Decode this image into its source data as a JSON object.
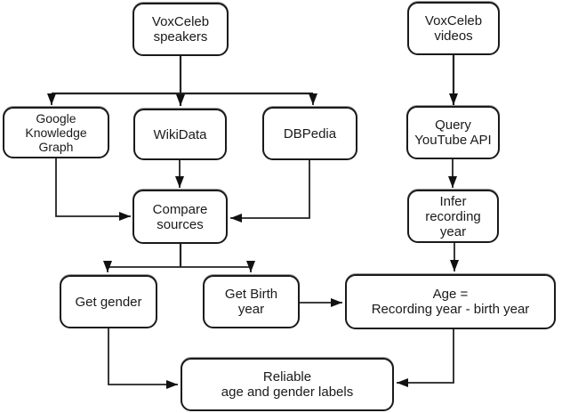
{
  "diagram": {
    "type": "flowchart",
    "colors": {
      "background": "#ffffff",
      "box_fill": "#ffffff",
      "box_border": "#1a1a1a",
      "line": "#222222",
      "text": "#1a1a1a"
    },
    "nodes": {
      "voxceleb_speakers": {
        "label": "VoxCeleb\nspeakers"
      },
      "voxceleb_videos": {
        "label": "VoxCeleb\nvideos"
      },
      "google_knowledge_graph": {
        "label": "Google\nKnowledge\nGraph"
      },
      "wikidata": {
        "label": "WikiData"
      },
      "dbpedia": {
        "label": "DBPedia"
      },
      "query_youtube_api": {
        "label": "Query\nYouTube API"
      },
      "compare_sources": {
        "label": "Compare\nsources"
      },
      "infer_recording_year": {
        "label": "Infer\nrecording\nyear"
      },
      "get_gender": {
        "label": "Get gender"
      },
      "get_birth_year": {
        "label": "Get Birth\nyear"
      },
      "age_formula": {
        "label": "Age =\nRecording year - birth year"
      },
      "reliable_labels": {
        "label": "Reliable\nage and gender labels"
      }
    },
    "edges": [
      {
        "from": "voxceleb_speakers",
        "to": "google_knowledge_graph"
      },
      {
        "from": "voxceleb_speakers",
        "to": "wikidata"
      },
      {
        "from": "voxceleb_speakers",
        "to": "dbpedia"
      },
      {
        "from": "voxceleb_videos",
        "to": "query_youtube_api"
      },
      {
        "from": "google_knowledge_graph",
        "to": "compare_sources"
      },
      {
        "from": "wikidata",
        "to": "compare_sources"
      },
      {
        "from": "dbpedia",
        "to": "compare_sources"
      },
      {
        "from": "query_youtube_api",
        "to": "infer_recording_year"
      },
      {
        "from": "compare_sources",
        "to": "get_gender"
      },
      {
        "from": "compare_sources",
        "to": "get_birth_year"
      },
      {
        "from": "infer_recording_year",
        "to": "age_formula"
      },
      {
        "from": "get_birth_year",
        "to": "age_formula"
      },
      {
        "from": "get_gender",
        "to": "reliable_labels"
      },
      {
        "from": "age_formula",
        "to": "reliable_labels"
      }
    ]
  }
}
